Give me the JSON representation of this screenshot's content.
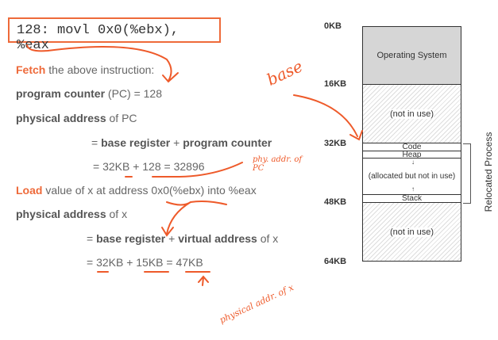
{
  "instruction": "128: movl 0x0(%ebx), %eax",
  "lines": {
    "fetch_kw": "Fetch",
    "fetch_rest": " the above instruction:",
    "pc_bold": "program counter",
    "pc_rest": " (PC) = 128",
    "pa_bold": "physical address",
    "pa_rest": " of PC",
    "eq1_a": "= ",
    "eq1_b": "base register",
    "eq1_c": " + ",
    "eq1_d": "program counter",
    "eq2": "= 32KB + 128 = 32896",
    "load_kw": "Load",
    "load_rest": " value of x at address 0x0(%ebx)  into %eax",
    "pax_bold": "physical address",
    "pax_rest": " of x",
    "eq3_a": "= ",
    "eq3_b": "base register",
    "eq3_c": " + ",
    "eq3_d": "virtual address",
    "eq3_e": " of x",
    "eq4": "= 32KB +  15KB = 47KB"
  },
  "diagram": {
    "labels": [
      "0KB",
      "16KB",
      "32KB",
      "48KB",
      "64KB"
    ],
    "os": "Operating System",
    "not_in_use_1": "(not in use)",
    "code": "Code",
    "heap": "Heap",
    "allocated": "(allocated but not in use)",
    "stack": "Stack",
    "not_in_use_2": "(not in use)",
    "bracket_label": "Relocated Process"
  },
  "annotations": {
    "base": "base",
    "phys_pc": "phy. addr. of PC",
    "phys_x": "physical addr. of x"
  },
  "colors": {
    "accent": "#ee6a3a"
  }
}
